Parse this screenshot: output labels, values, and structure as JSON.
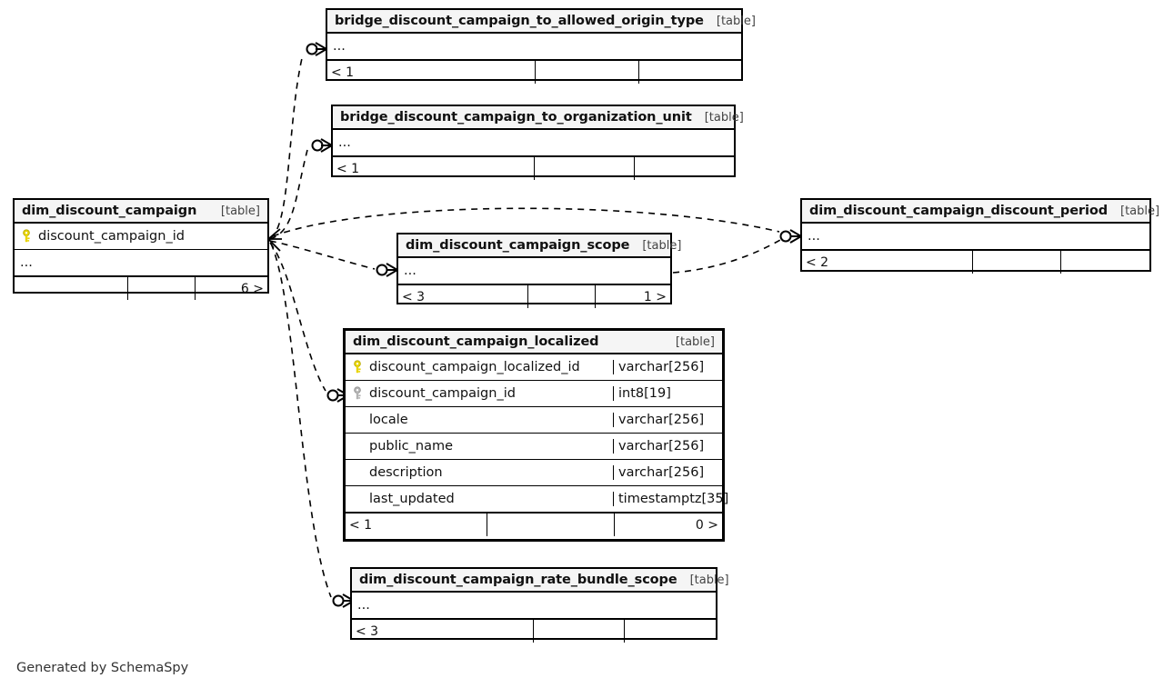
{
  "diagram": {
    "generator_credit": "Generated by SchemaSpy",
    "table_kind_label": "[table]",
    "ellipsis": "...",
    "colors": {
      "background": "#ffffff",
      "header_fill": "#f5f5f5",
      "border": "#000000",
      "primary_key": "#e8d400",
      "foreign_key": "#b3b3b3",
      "edge": "#000000"
    }
  },
  "tables": {
    "bridge_allowed_origin_type": {
      "name": "bridge_discount_campaign_to_allowed_origin_type",
      "kind": "[table]",
      "body_ellipsis": "...",
      "footer": {
        "left": "< 1",
        "mid": "",
        "right": ""
      }
    },
    "bridge_organization_unit": {
      "name": "bridge_discount_campaign_to_organization_unit",
      "kind": "[table]",
      "body_ellipsis": "...",
      "footer": {
        "left": "< 1",
        "mid": "",
        "right": ""
      }
    },
    "dim_discount_campaign": {
      "name": "dim_discount_campaign",
      "kind": "[table]",
      "columns": [
        {
          "key": "primary",
          "name": "discount_campaign_id",
          "type": ""
        }
      ],
      "body_ellipsis": "...",
      "footer": {
        "left": "",
        "mid": "",
        "right": "6 >"
      }
    },
    "dim_discount_campaign_scope": {
      "name": "dim_discount_campaign_scope",
      "kind": "[table]",
      "body_ellipsis": "...",
      "footer": {
        "left": "< 3",
        "mid": "",
        "right": "1 >"
      }
    },
    "dim_discount_campaign_discount_period": {
      "name": "dim_discount_campaign_discount_period",
      "kind": "[table]",
      "body_ellipsis": "...",
      "footer": {
        "left": "< 2",
        "mid": "",
        "right": ""
      }
    },
    "dim_discount_campaign_localized": {
      "name": "dim_discount_campaign_localized",
      "kind": "[table]",
      "columns": [
        {
          "key": "primary",
          "name": "discount_campaign_localized_id",
          "type": "varchar[256]"
        },
        {
          "key": "foreign",
          "name": "discount_campaign_id",
          "type": "int8[19]"
        },
        {
          "key": "none",
          "name": "locale",
          "type": "varchar[256]"
        },
        {
          "key": "none",
          "name": "public_name",
          "type": "varchar[256]"
        },
        {
          "key": "none",
          "name": "description",
          "type": "varchar[256]"
        },
        {
          "key": "none",
          "name": "last_updated",
          "type": "timestamptz[35]"
        }
      ],
      "footer": {
        "left": "< 1",
        "mid": "",
        "right": "0 >"
      }
    },
    "dim_discount_campaign_rate_bundle_scope": {
      "name": "dim_discount_campaign_rate_bundle_scope",
      "kind": "[table]",
      "body_ellipsis": "...",
      "footer": {
        "left": "< 3",
        "mid": "",
        "right": ""
      }
    }
  },
  "relationships": [
    {
      "from": "dim_discount_campaign",
      "to": "bridge_allowed_origin_type"
    },
    {
      "from": "dim_discount_campaign",
      "to": "bridge_organization_unit"
    },
    {
      "from": "dim_discount_campaign",
      "to": "dim_discount_campaign_scope"
    },
    {
      "from": "dim_discount_campaign",
      "to": "dim_discount_campaign_discount_period"
    },
    {
      "from": "dim_discount_campaign_scope",
      "to": "dim_discount_campaign_discount_period"
    },
    {
      "from": "dim_discount_campaign",
      "to": "dim_discount_campaign_localized"
    },
    {
      "from": "dim_discount_campaign",
      "to": "dim_discount_campaign_rate_bundle_scope"
    }
  ]
}
